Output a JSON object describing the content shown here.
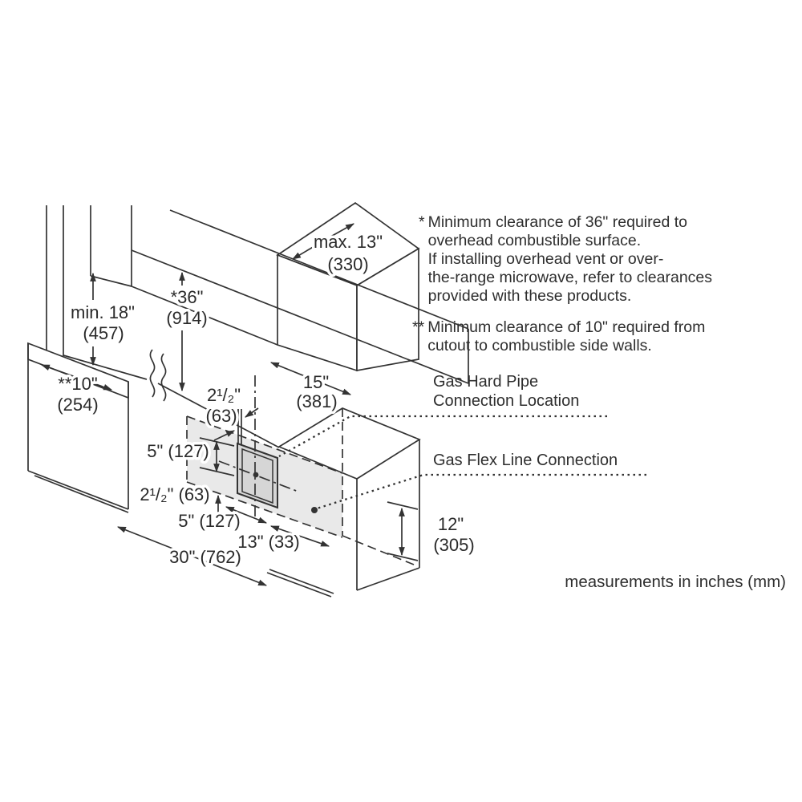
{
  "colors": {
    "line": "#333333",
    "shade_light": "#e9e9e9",
    "shade_mid": "#d6d6d6",
    "background": "#ffffff"
  },
  "footnotes": {
    "first": {
      "marker": "*",
      "lines": [
        "Minimum clearance of 36\" required to",
        "overhead combustible surface.",
        "If installing overhead vent or over-",
        "the-range microwave, refer to clearances",
        "provided with these products."
      ]
    },
    "second": {
      "marker": "**",
      "lines": [
        "Minimum clearance of 10\" required from",
        "cutout to combustible side walls."
      ]
    }
  },
  "callouts": {
    "hard_pipe_line1": "Gas Hard Pipe",
    "hard_pipe_line2": "Connection Location",
    "flex_line": "Gas Flex Line Connection"
  },
  "footer_note": "measurements in inches (mm)",
  "dimensions": {
    "overhead_depth": {
      "value": "max. 13\"",
      "mm": "(330)"
    },
    "clearance_36": {
      "value": "*36\"",
      "mm": "(914)"
    },
    "clearance_18": {
      "value": "min. 18\"",
      "mm": "(457)"
    },
    "side_clearance_10": {
      "value": "**10\"",
      "mm": "(254)"
    },
    "depth_15": {
      "value": "15\"",
      "mm": "(381)"
    },
    "offset_2half_top": {
      "value": "2¹/₂\"",
      "mm": "(63)"
    },
    "height_5_left": {
      "value": "5\" (127)"
    },
    "offset_2half_bottom": {
      "value": "2¹/₂\" (63)"
    },
    "width_5_bottom": {
      "value": "5\" (127)"
    },
    "width_13": {
      "value": "13\" (33)"
    },
    "width_30": {
      "value": "30\" (762)"
    },
    "height_12": {
      "value": "12\"",
      "mm": "(305)"
    }
  }
}
